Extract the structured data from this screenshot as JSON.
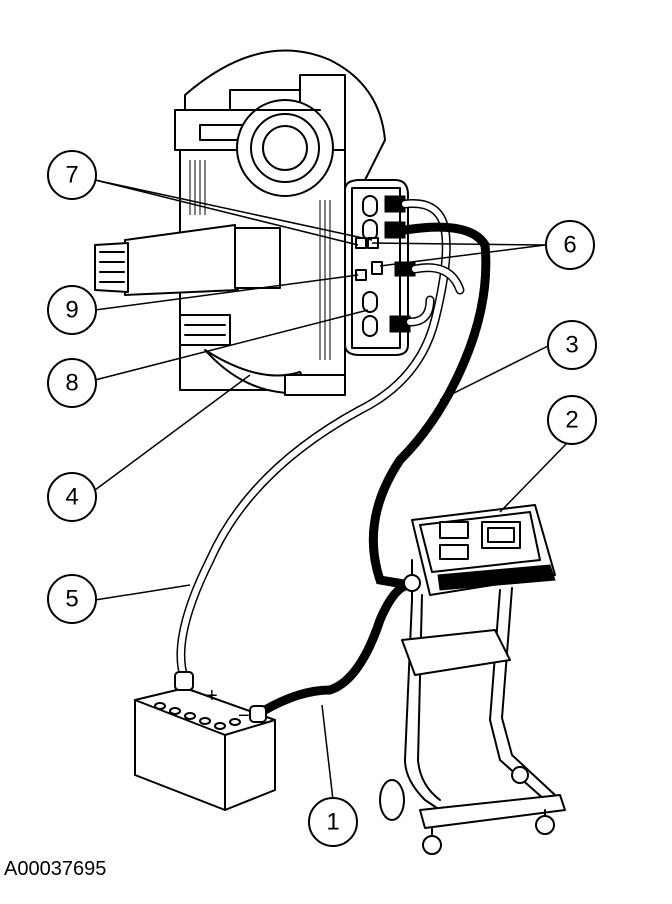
{
  "callouts": [
    {
      "id": "1",
      "label": "1"
    },
    {
      "id": "2",
      "label": "2"
    },
    {
      "id": "3",
      "label": "3"
    },
    {
      "id": "4",
      "label": "4"
    },
    {
      "id": "5",
      "label": "5"
    },
    {
      "id": "6",
      "label": "6"
    },
    {
      "id": "7",
      "label": "7"
    },
    {
      "id": "8",
      "label": "8"
    },
    {
      "id": "9",
      "label": "9"
    }
  ],
  "figure_id": "A00037695",
  "battery_polarity": {
    "positive": "+",
    "negative": "−"
  }
}
